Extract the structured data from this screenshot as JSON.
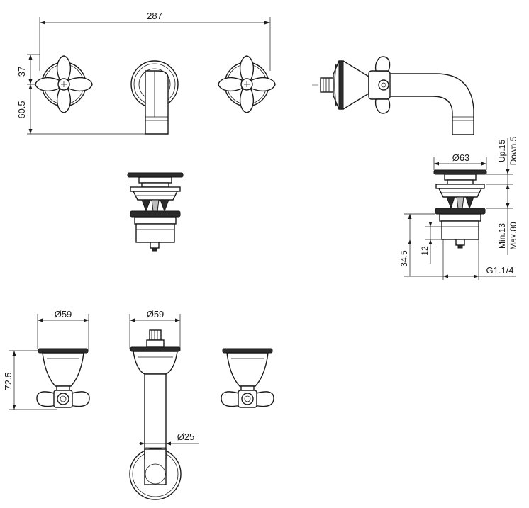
{
  "dimensions": {
    "width_total": "287",
    "handle_above_center": "37",
    "center_to_spout_bottom": "60.5",
    "adjust_up": "Up.15",
    "adjust_down": "Down.5",
    "waste_diameter": "Ø63",
    "waste_min": "Min.13",
    "waste_max": "Max.80",
    "waste_thread_height": "12",
    "waste_body_height": "34.5",
    "waste_thread": "G1.1/4",
    "handle_diameter_left": "Ø59",
    "spout_flange_diameter": "Ø59",
    "valve_depth": "72.5",
    "spout_tube_diameter": "Ø25"
  }
}
